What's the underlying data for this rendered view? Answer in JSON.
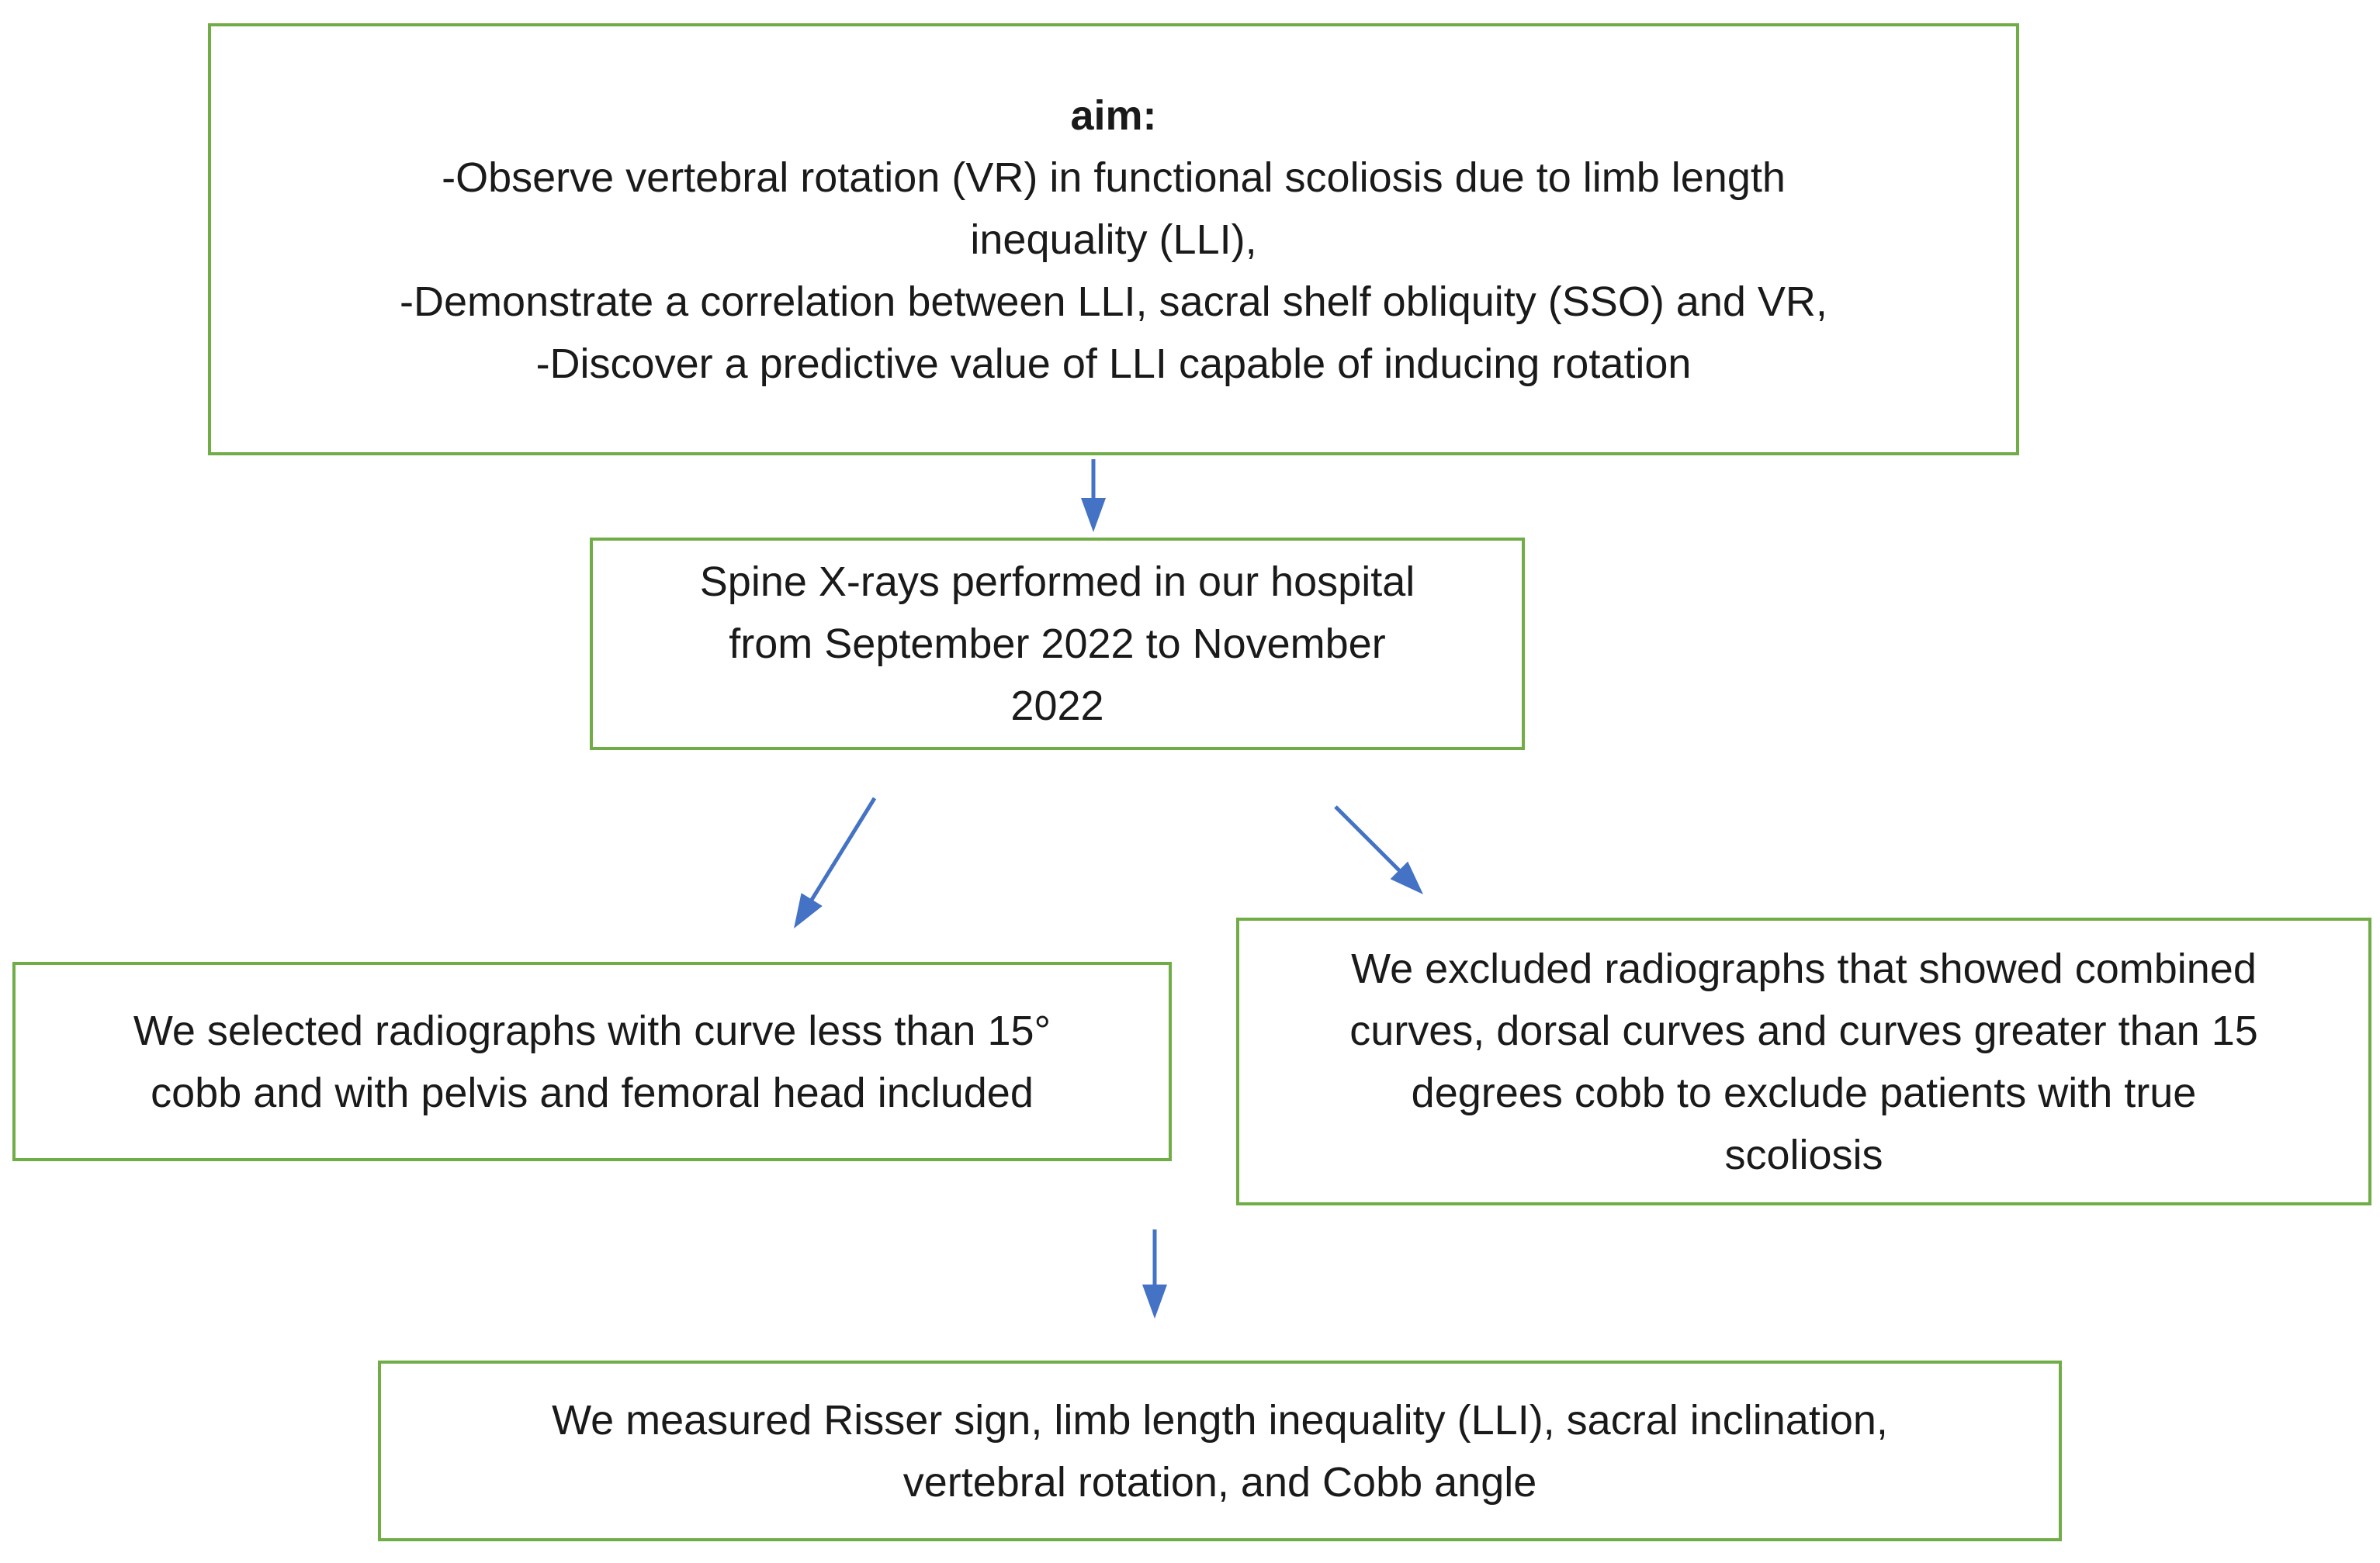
{
  "colors": {
    "box_border": "#70AD47",
    "arrow": "#4472C4",
    "text": "#1a1a1a",
    "background": "#ffffff"
  },
  "flowchart": {
    "aim_box": {
      "title": "aim:",
      "lines": [
        "-Observe vertebral rotation (VR) in functional scoliosis due to limb length",
        "inequality (LLI),",
        "-Demonstrate a correlation between LLI, sacral shelf obliquity (SSO) and VR,",
        "-Discover a predictive value of LLI capable of inducing rotation"
      ]
    },
    "xray_box": {
      "lines": [
        "Spine X-rays performed in our hospital",
        "from September 2022 to November",
        "2022"
      ]
    },
    "selected_box": {
      "lines": [
        "We selected radiographs with curve less than 15°",
        "cobb and with pelvis and femoral head included"
      ]
    },
    "excluded_box": {
      "lines": [
        "We excluded radiographs that showed combined",
        "curves, dorsal curves and curves greater than 15",
        "degrees cobb to exclude patients with true",
        "scoliosis"
      ]
    },
    "measured_box": {
      "lines": [
        "We measured Risser sign, limb length inequality (LLI), sacral inclination,",
        "vertebral rotation, and Cobb angle"
      ]
    }
  }
}
